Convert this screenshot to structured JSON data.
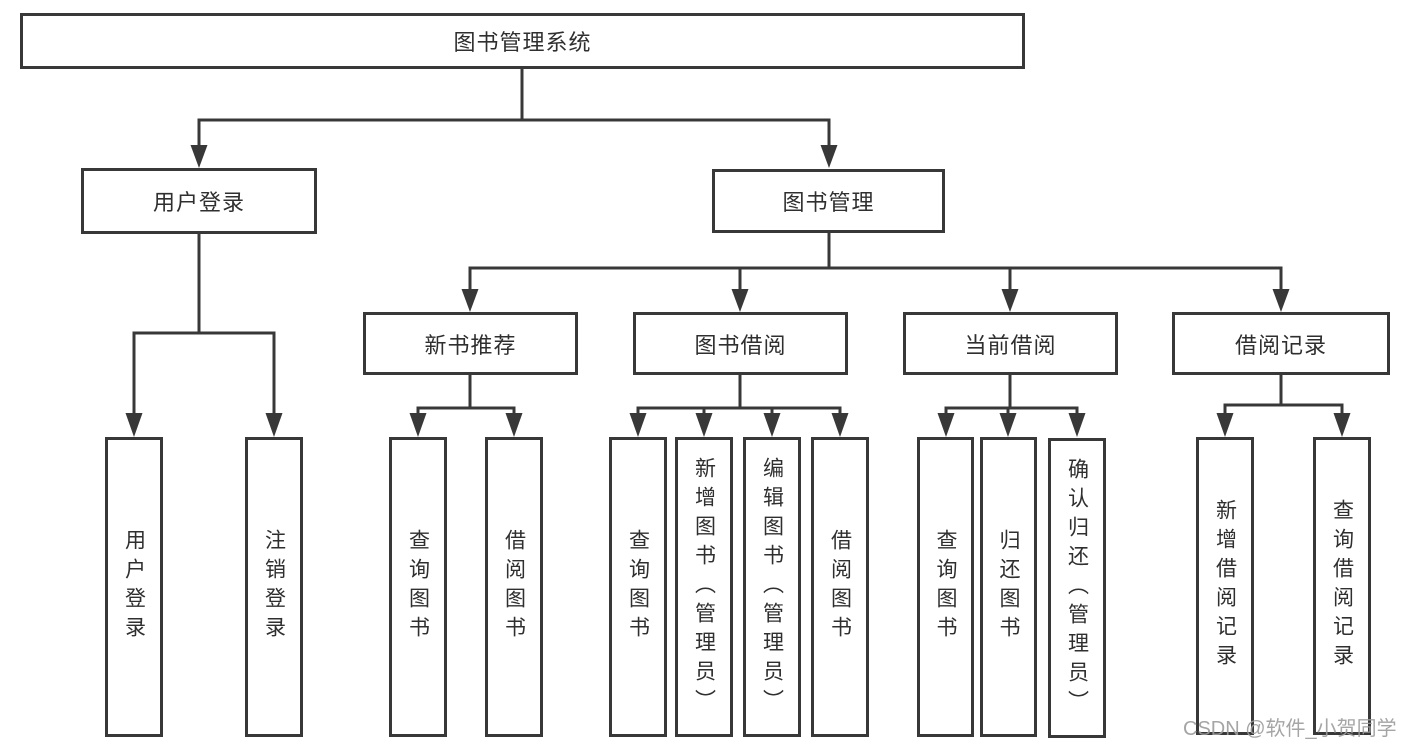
{
  "diagram": {
    "watermark": "CSDN @软件_小贺同学",
    "colors": {
      "background": "#ffffff",
      "line": "#383838",
      "box_border": "#383838",
      "text": "#2f2f2f",
      "watermark": "#9c9c9c"
    },
    "tree": {
      "label": "图书管理系统",
      "children": [
        {
          "label": "用户登录",
          "children": [
            {
              "label": "用户登录"
            },
            {
              "label": "注销登录"
            }
          ]
        },
        {
          "label": "图书管理",
          "children": [
            {
              "label": "新书推荐",
              "children": [
                {
                  "label": "查询图书"
                },
                {
                  "label": "借阅图书"
                }
              ]
            },
            {
              "label": "图书借阅",
              "children": [
                {
                  "label": "查询图书"
                },
                {
                  "label": "新增图书（管理员）"
                },
                {
                  "label": "编辑图书（管理员）"
                },
                {
                  "label": "借阅图书"
                }
              ]
            },
            {
              "label": "当前借阅",
              "children": [
                {
                  "label": "查询图书"
                },
                {
                  "label": "归还图书"
                },
                {
                  "label": "确认归还（管理员）"
                }
              ]
            },
            {
              "label": "借阅记录",
              "children": [
                {
                  "label": "新增借阅记录"
                },
                {
                  "label": "查询借阅记录"
                }
              ]
            }
          ]
        }
      ]
    }
  }
}
